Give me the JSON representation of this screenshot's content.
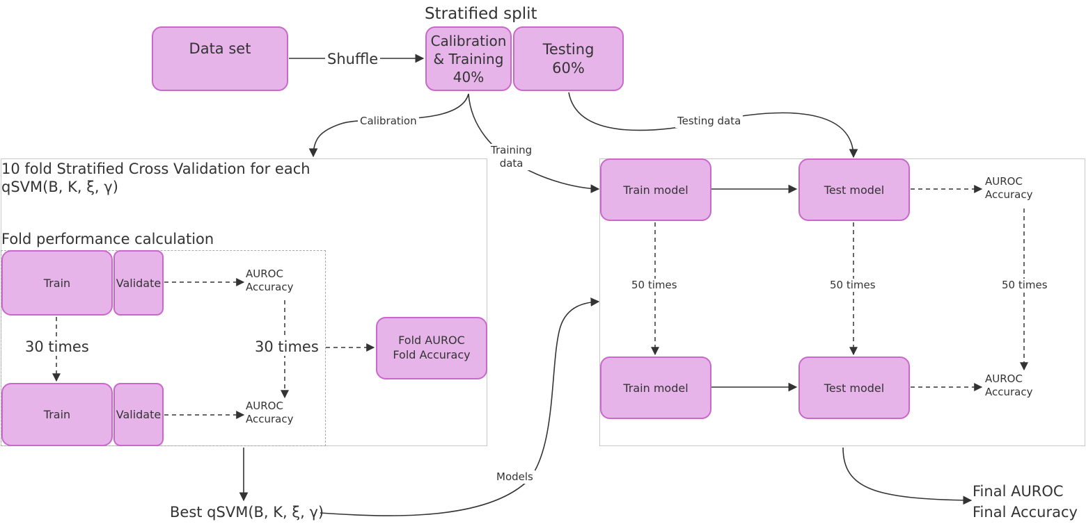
{
  "nodes": {
    "dataset": "Data set",
    "calibration_line1": "Calibration",
    "calibration_line2": "& Training",
    "calibration_line3": "40%",
    "testing_line1": "Testing",
    "testing_line2": "60%",
    "train_a": "Train",
    "validate_a": "Validate",
    "train_b": "Train",
    "validate_b": "Validate",
    "fold_line1": "Fold AUROC",
    "fold_line2": "Fold Accuracy",
    "train_model_top": "Train model",
    "test_model_top": "Test model",
    "train_model_bottom": "Train model",
    "test_model_bottom": "Test model"
  },
  "titles": {
    "stratified_split": "Stratified split",
    "cv_line1": "10 fold Stratified Cross Validation for each",
    "cv_line2": "qSVM(B, K, ξ, γ)",
    "fold_perf": "Fold performance calculation"
  },
  "edge_labels": {
    "shuffle": "Shuffle",
    "calibration": "Calibration",
    "training_data_line1": "Training",
    "training_data_line2": "data",
    "testing_data": "Testing data",
    "models": "Models",
    "cv_times_left": "30 times",
    "cv_times_right": "30 times",
    "times_50_a": "50 times",
    "times_50_b": "50 times",
    "times_50_c": "50 times"
  },
  "metrics": {
    "cv_top_1": "AUROC",
    "cv_top_2": "Accuracy",
    "cv_bottom_1": "AUROC",
    "cv_bottom_2": "Accuracy",
    "right_top_1": "AUROC",
    "right_top_2": "Accuracy",
    "right_bottom_1": "AUROC",
    "right_bottom_2": "Accuracy"
  },
  "outputs": {
    "best_qsvm": "Best qSVM(B, K, ξ, γ)",
    "final_auroc": "Final AUROC",
    "final_accuracy": "Final Accuracy"
  },
  "colors": {
    "node_fill": "#e6b4e9",
    "node_border": "#c967cb",
    "edge": "#333333",
    "container_border": "#c8c8c8",
    "dash_border": "#a8a8a8"
  }
}
